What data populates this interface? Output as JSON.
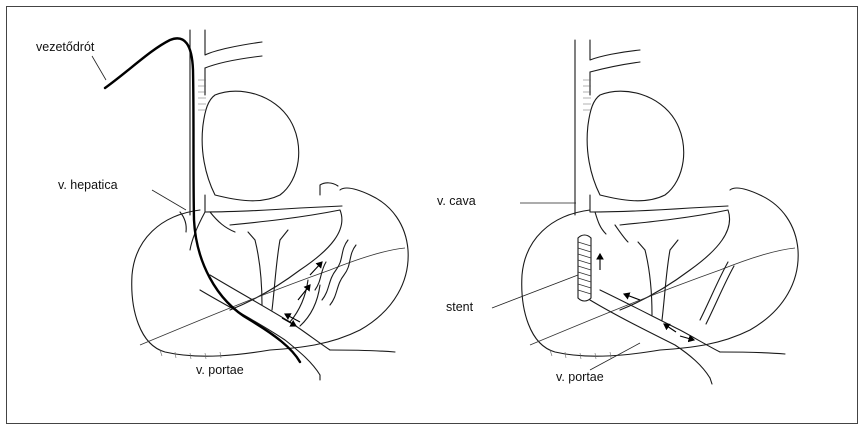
{
  "labels": {
    "guidewire": "vezetődrót",
    "hepatic_vein": "v. hepatica",
    "portal_vein_left": "v. portae",
    "vena_cava": "v. cava",
    "stent": "stent",
    "portal_vein_right": "v. portae"
  },
  "colors": {
    "line": "#1a1a1a",
    "background": "#ffffff"
  }
}
